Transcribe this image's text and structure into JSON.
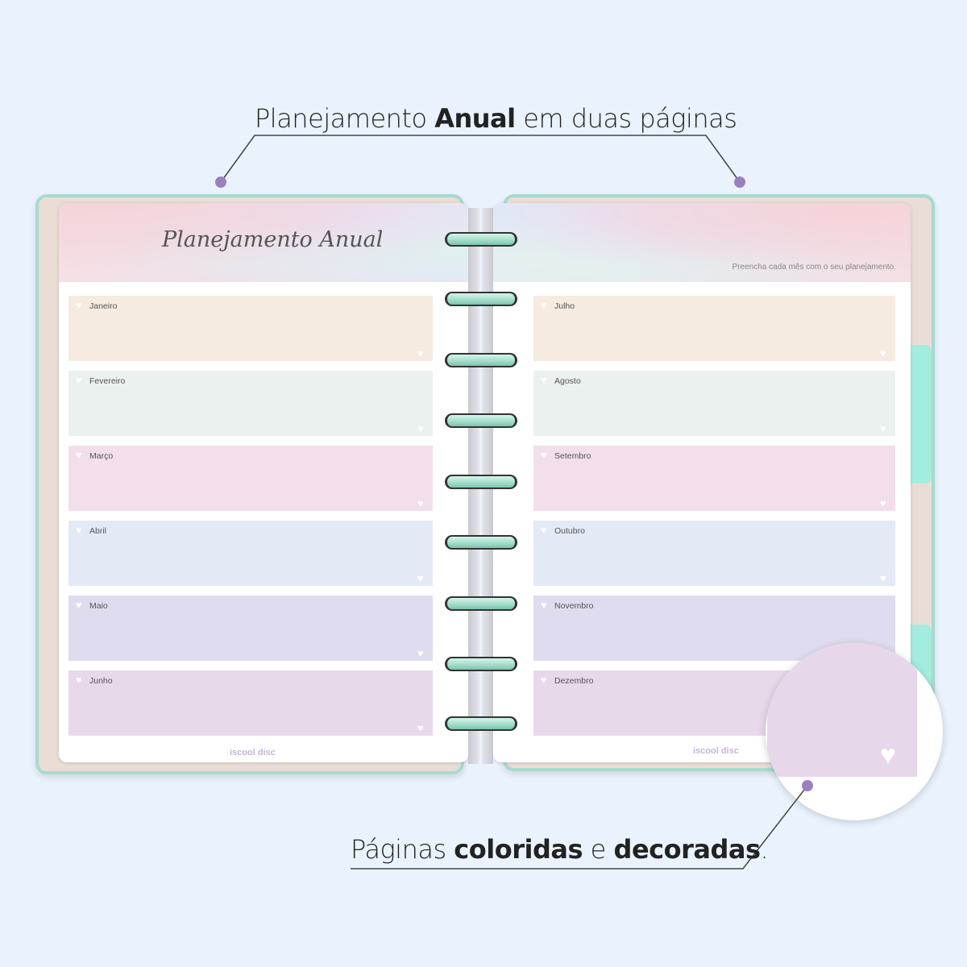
{
  "callouts": {
    "top": {
      "pre": "Planejamento ",
      "bold": "Anual",
      "post": " em duas páginas"
    },
    "bottom": {
      "pre": "Páginas ",
      "bold1": "coloridas",
      "mid": " e ",
      "bold2": "decoradas",
      "post": "."
    }
  },
  "left_page": {
    "title": "Planejamento Anual",
    "logo": "iscool disc",
    "months": [
      "Janeiro",
      "Fevereiro",
      "Março",
      "Abril",
      "Maio",
      "Junho"
    ]
  },
  "right_page": {
    "subtitle": "Preencha cada mês com o seu planejamento.",
    "logo": "iscool disc",
    "months": [
      "Julho",
      "Agosto",
      "Setembro",
      "Outubro",
      "Novembro",
      "Dezembro"
    ]
  },
  "colors": {
    "accent": "#9b7fc0",
    "month_boxes": [
      "#f6ebe0",
      "#ebf1ee",
      "#f2dfeb",
      "#e4e9f6",
      "#e0dcef",
      "#e7d8ea"
    ],
    "cover": "#a9d9cf",
    "background": "#eaf3fd"
  }
}
